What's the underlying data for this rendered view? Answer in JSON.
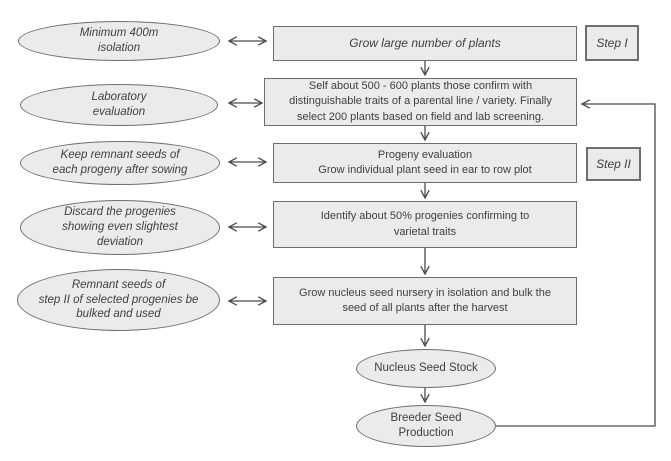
{
  "colors": {
    "node_fill": "#ebebeb",
    "node_border": "#6e6e6e",
    "text": "#3f3f3f",
    "connector": "#4a4a4a",
    "background": "#ffffff"
  },
  "flowchart": {
    "notes": [
      {
        "text": "Minimum 400m\nisolation"
      },
      {
        "text": "Laboratory\nevaluation"
      },
      {
        "text": "Keep remnant seeds of\neach progeny after sowing"
      },
      {
        "text": "Discard the progenies\nshowing even slightest\ndeviation"
      },
      {
        "text": "Remnant seeds of\nstep II of selected progenies be\nbulked and used"
      }
    ],
    "process_boxes": [
      {
        "text": "Grow large number of plants"
      },
      {
        "text": "Self about 500 - 600 plants those confirm with\ndistinguishable traits of a parental line / variety. Finally\nselect 200 plants based on field and lab screening."
      },
      {
        "text": "Progeny evaluation\nGrow individual plant seed in ear to row plot"
      },
      {
        "text": "Identify about 50% progenies confirming to\nvarietal traits"
      },
      {
        "text": "Grow nucleus seed nursery in isolation and bulk the\nseed of all plants after the harvest"
      }
    ],
    "stage_labels": [
      {
        "text": "Step I"
      },
      {
        "text": "Step II"
      }
    ],
    "terminals": [
      {
        "text": "Nucleus Seed Stock"
      },
      {
        "text": "Breeder Seed\nProduction"
      }
    ]
  }
}
